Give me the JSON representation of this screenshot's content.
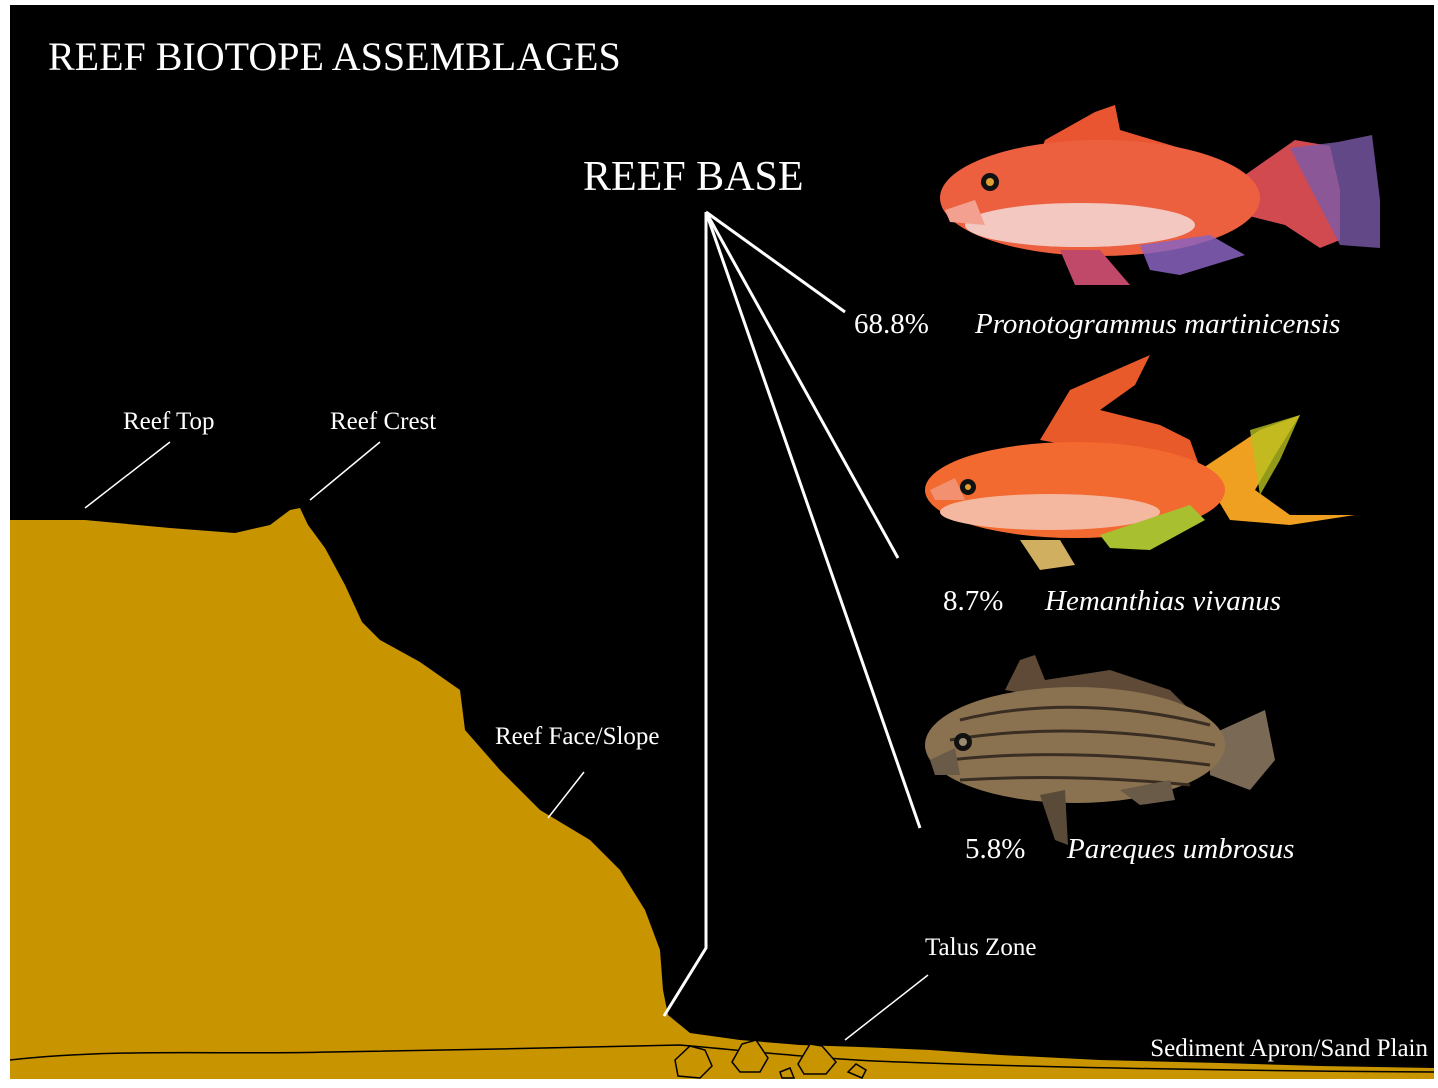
{
  "title": "REEF BIOTOPE ASSEMBLAGES",
  "reef_base_label": "REEF BASE",
  "zones": {
    "reef_top": "Reef Top",
    "reef_crest": "Reef Crest",
    "reef_face": "Reef Face/Slope",
    "talus_zone": "Talus Zone",
    "sediment": "Sediment Apron/Sand Plain"
  },
  "species": [
    {
      "percent": "68.8%",
      "name": "Pronotogrammus martinicensis"
    },
    {
      "percent": "8.7%",
      "name": "Hemanthias vivanus"
    },
    {
      "percent": "5.8%",
      "name": "Pareques umbrosus"
    }
  ],
  "colors": {
    "background": "#000000",
    "reef": "#c89400",
    "text": "#ffffff",
    "fish1": "#e8553a",
    "fish2": "#f06a2e",
    "fish3": "#8a7250"
  }
}
